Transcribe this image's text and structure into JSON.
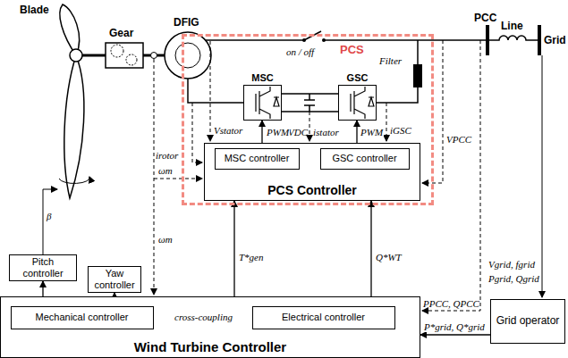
{
  "diagram": {
    "nodes": [
      {
        "text": [
          "PCS"
        ]
      },
      {
        "text": [
          "MSC"
        ],
        "in": 0
      },
      {
        "text": [
          "GSC"
        ],
        "in": 0
      },
      {
        "text": [
          "PCS Controller"
        ],
        "in": 0
      },
      {
        "text": [
          "MSC controller"
        ],
        "in": 3
      },
      {
        "text": [
          "GSC controller"
        ],
        "in": 3
      },
      {
        "text": [
          "Pitch controller"
        ]
      },
      {
        "text": [
          "Yaw controller"
        ]
      },
      {
        "text": [
          "Wind Turbine Controller"
        ]
      },
      {
        "text": [
          "Mechanical controller"
        ],
        "in": 8
      },
      {
        "text": [
          "Electrical controller"
        ],
        "in": 8
      },
      {
        "text": [
          "Grid operator"
        ]
      }
    ],
    "edges": [
      {
        "from": 9,
        "to": 10,
        "arrow": "both",
        "label": "cross-coupling"
      },
      {
        "from": 8,
        "to": 6,
        "arrow": "to"
      },
      {
        "from": 8,
        "to": 7,
        "arrow": "to"
      },
      {
        "from": 8,
        "to": 3,
        "arrow": "to",
        "label": "T*gen"
      },
      {
        "from": 10,
        "to": 3,
        "arrow": "to",
        "label": "Q*WT"
      },
      {
        "from": 11,
        "to": 8,
        "arrow": "to",
        "label": "P*grid, Q*grid"
      },
      {
        "from": 4,
        "to": 1,
        "arrow": "to",
        "label": "PWM"
      },
      {
        "from": 5,
        "to": 2,
        "arrow": "to",
        "label": "PWM"
      }
    ],
    "labels": [
      "Blade",
      "Gear",
      "DFIG",
      "β",
      "on / off",
      "Filter",
      "PCC",
      "Line",
      "Grid",
      "Vstator",
      "VDC",
      "istator",
      "iGSC",
      "VPCC",
      "irotor",
      "ωm",
      "ωm",
      "PPCC, QPCC",
      "Vgrid, fgrid",
      "Pgrid, Qgrid"
    ]
  }
}
